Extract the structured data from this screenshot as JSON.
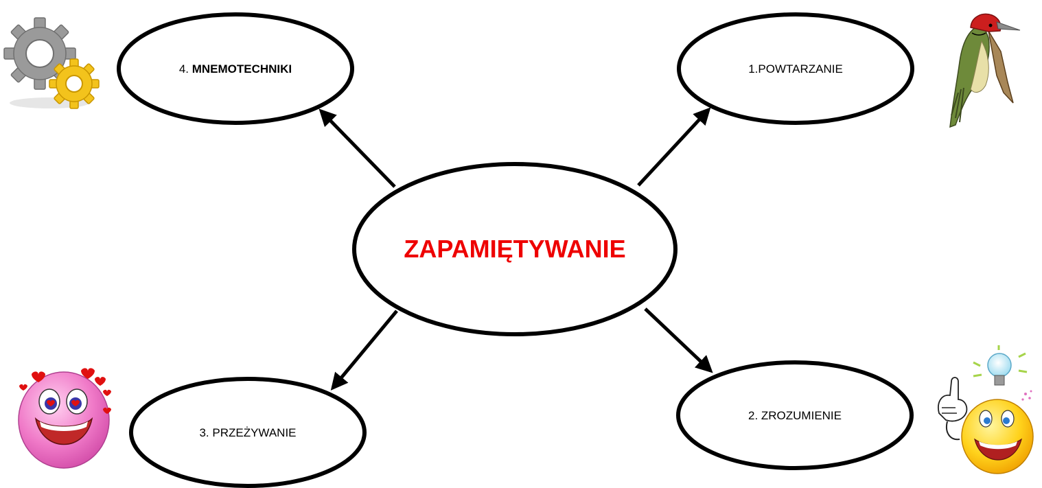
{
  "diagram": {
    "center": {
      "label": "ZAPAMIĘTYWANIE",
      "color": "#ee0000"
    },
    "nodes": {
      "mnemotechniki": {
        "number": "4. ",
        "label": "MNEMOTECHNIKI"
      },
      "powtarzanie": {
        "label": "1.POWTARZANIE"
      },
      "przezywanie": {
        "label": "3. PRZEŻYWANIE"
      },
      "zrozumienie": {
        "label": "2. ZROZUMIENIE"
      }
    },
    "icons": [
      "gears-icon",
      "woodpecker-icon",
      "smiley-in-love-icon",
      "smiley-idea-lightbulb-icon"
    ],
    "colors": {
      "stroke": "#000000",
      "gear_gray": "#9a9a9a",
      "gear_yellow": "#f3c31c",
      "smiley_pink": "#f07ac8",
      "smiley_yellow": "#ffd21c",
      "heart_red": "#e01010"
    }
  }
}
